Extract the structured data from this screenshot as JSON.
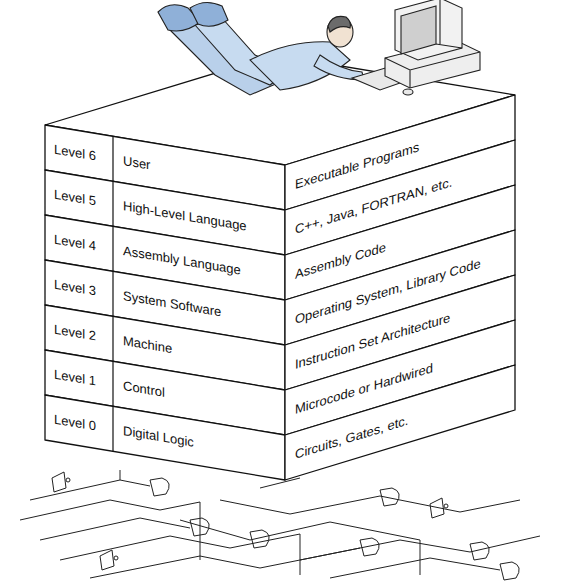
{
  "diagram": {
    "nodes": [
      {
        "text": [
          "Level 6",
          "User",
          "Executable Programs"
        ]
      },
      {
        "text": [
          "Level 5",
          "High-Level Language",
          "C++, Java, FORTRAN, etc."
        ]
      },
      {
        "text": [
          "Level 4",
          "Assembly Language",
          "Assembly Code"
        ]
      },
      {
        "text": [
          "Level 3",
          "System Software",
          "Operating System, Library Code"
        ]
      },
      {
        "text": [
          "Level 2",
          "Machine",
          "Instruction Set Architecture"
        ]
      },
      {
        "text": [
          "Level 1",
          "Control",
          "Microcode or Hardwired"
        ]
      },
      {
        "text": [
          "Level 0",
          "Digital Logic",
          "Circuits, Gates, etc."
        ]
      }
    ]
  }
}
